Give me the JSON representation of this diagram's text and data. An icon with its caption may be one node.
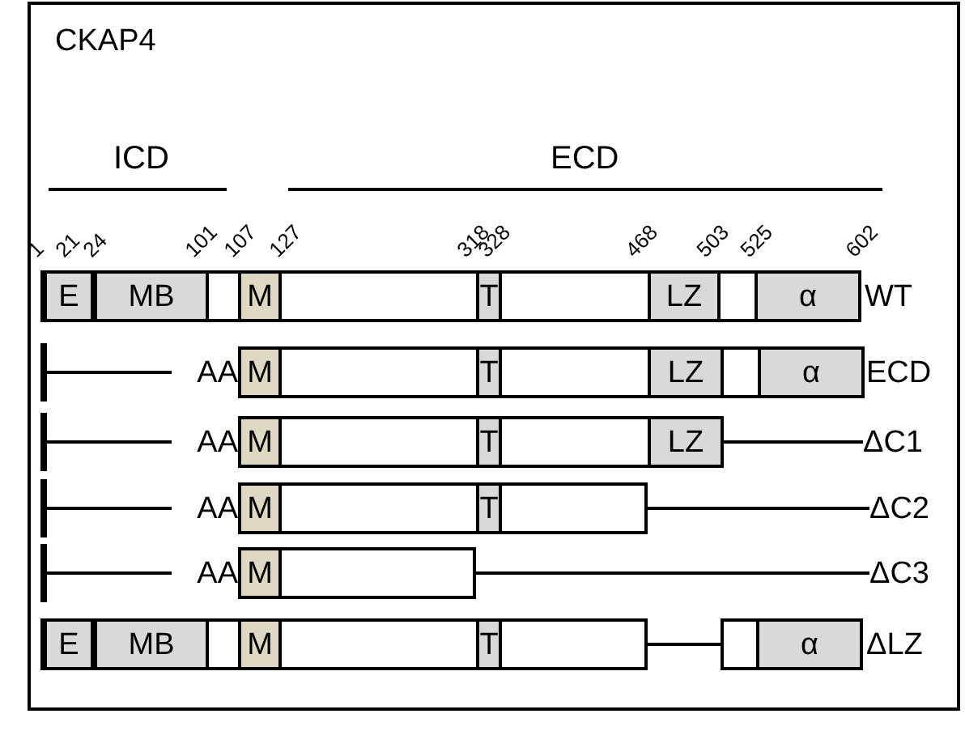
{
  "diagram": {
    "title": "CKAP4",
    "nodes": [
      {
        "text": [],
        "shape": "bar"
      },
      {
        "text": [
          "E"
        ],
        "in": 0
      },
      {
        "text": [
          "MB"
        ],
        "in": 0
      },
      {
        "text": [
          "M"
        ],
        "in": 0
      },
      {
        "text": [
          "T"
        ],
        "in": 0
      },
      {
        "text": [
          "LZ"
        ],
        "in": 0
      },
      {
        "text": [
          "α"
        ],
        "in": 0
      },
      {
        "text": [
          "WT"
        ]
      },
      {
        "text": [],
        "shape": "bar"
      },
      {
        "text": [
          "AA"
        ]
      },
      {
        "text": [],
        "shape": "bar"
      },
      {
        "text": [
          "M"
        ],
        "in": 10
      },
      {
        "text": [
          "T"
        ],
        "in": 10
      },
      {
        "text": [
          "LZ"
        ],
        "in": 10
      },
      {
        "text": [
          "α"
        ],
        "in": 10
      },
      {
        "text": [
          "ECD"
        ]
      },
      {
        "text": [],
        "shape": "bar"
      },
      {
        "text": [
          "AA"
        ]
      },
      {
        "text": [],
        "shape": "bar"
      },
      {
        "text": [
          "M"
        ],
        "in": 18
      },
      {
        "text": [
          "T"
        ],
        "in": 18
      },
      {
        "text": [
          "LZ"
        ],
        "in": 18
      },
      {
        "text": [
          "ΔC1"
        ]
      },
      {
        "text": [],
        "shape": "bar"
      },
      {
        "text": [
          "AA"
        ]
      },
      {
        "text": [],
        "shape": "bar"
      },
      {
        "text": [
          "M"
        ],
        "in": 25
      },
      {
        "text": [
          "T"
        ],
        "in": 25
      },
      {
        "text": [
          "ΔC2"
        ]
      },
      {
        "text": [],
        "shape": "bar"
      },
      {
        "text": [
          "AA"
        ]
      },
      {
        "text": [],
        "shape": "bar"
      },
      {
        "text": [
          "M"
        ],
        "in": 31
      },
      {
        "text": [
          "ΔC3"
        ]
      },
      {
        "text": [],
        "shape": "bar"
      },
      {
        "text": [
          "E"
        ],
        "in": 34
      },
      {
        "text": [
          "MB"
        ],
        "in": 34
      },
      {
        "text": [
          "M"
        ],
        "in": 34
      },
      {
        "text": [
          "T"
        ],
        "in": 34
      },
      {
        "text": [],
        "shape": "bar"
      },
      {
        "text": [
          "α"
        ],
        "in": 39
      },
      {
        "text": [
          "ΔLZ"
        ]
      }
    ],
    "edges": [
      {
        "from": 8,
        "to": 9,
        "arrow": "none"
      },
      {
        "from": 16,
        "to": 17,
        "arrow": "none"
      },
      {
        "from": 18,
        "to": 22,
        "arrow": "none"
      },
      {
        "from": 23,
        "to": 24,
        "arrow": "none"
      },
      {
        "from": 25,
        "to": 28,
        "arrow": "none"
      },
      {
        "from": 29,
        "to": 30,
        "arrow": "none"
      },
      {
        "from": 31,
        "to": 33,
        "arrow": "none"
      },
      {
        "from": 34,
        "to": 39,
        "arrow": "none"
      }
    ],
    "labels": [
      "ICD",
      "ECD",
      "1",
      "21",
      "24",
      "101",
      "107",
      "127",
      "318",
      "328",
      "468",
      "503",
      "525",
      "602"
    ]
  }
}
